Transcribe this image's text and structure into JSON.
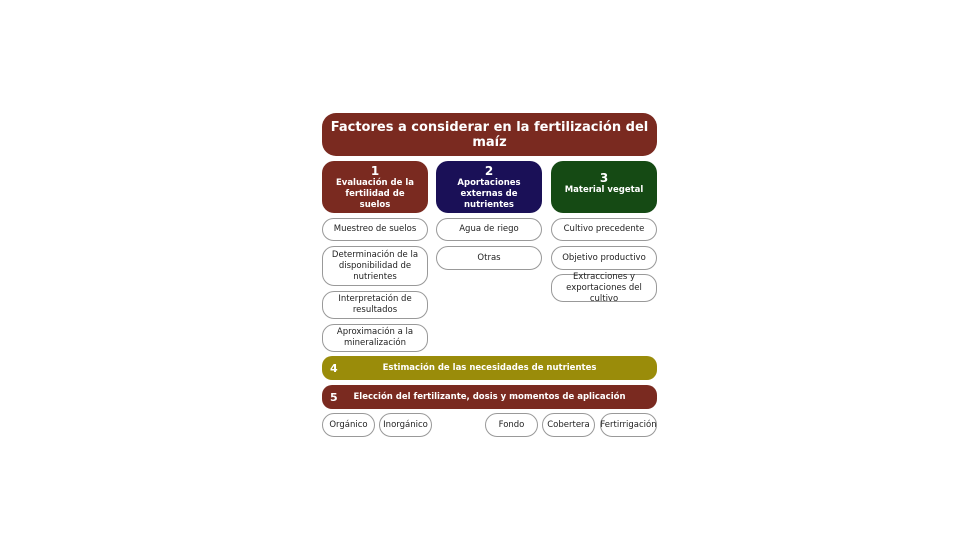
{
  "title": "Factores a considerar en la fertilización del maíz",
  "colors": {
    "red": "#7a2a20",
    "navy": "#1a1057",
    "green": "#154a14",
    "olive": "#9a8c0a"
  },
  "columns": [
    {
      "number": "1",
      "label": "Evaluación de la fertilidad de suelos",
      "items": [
        "Muestreo de suelos",
        "Determinación de la disponibilidad de nutrientes",
        "Interpretación de resultados",
        "Aproximación a la mineralización"
      ]
    },
    {
      "number": "2",
      "label": "Aportaciones externas de nutrientes",
      "items": [
        "Agua de riego",
        "Otras"
      ]
    },
    {
      "number": "3",
      "label": "Material vegetal",
      "items": [
        "Cultivo precedente",
        "Objetivo productivo",
        "Extracciones y exportaciones del cultivo"
      ]
    }
  ],
  "step4": {
    "number": "4",
    "label": "Estimación de las necesidades de nutrientes"
  },
  "step5": {
    "number": "5",
    "label": "Elección del fertilizante, dosis y momentos de aplicación"
  },
  "types": [
    "Orgánico",
    "Inorgánico"
  ],
  "timing": [
    "Fondo",
    "Cobertera",
    "Fertirrigación"
  ]
}
